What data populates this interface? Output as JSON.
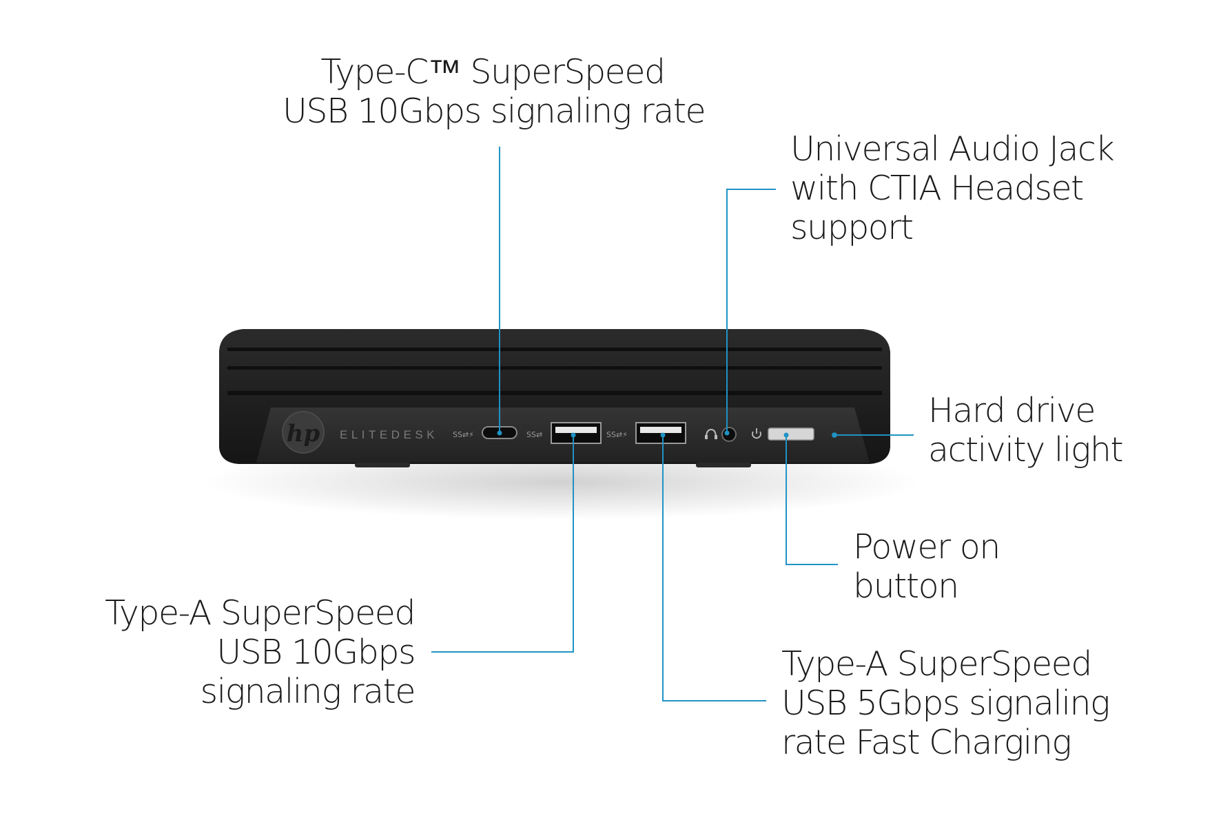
{
  "device": {
    "brand_logo": "hp",
    "model_text": "ELITEDESK",
    "port_marks": {
      "usb_c": "SS⇄⚡",
      "usb_a_1": "SS⇄",
      "usb_a_2": "SS⇄⚡"
    }
  },
  "callouts": {
    "type_c": {
      "lines": [
        "Type-C™ SuperSpeed",
        "USB 10Gbps signaling rate"
      ]
    },
    "audio_jack": {
      "lines": [
        "Universal Audio Jack",
        "with CTIA Headset",
        "support"
      ]
    },
    "hdd_light": {
      "lines": [
        "Hard drive",
        "activity light"
      ]
    },
    "power_button": {
      "lines": [
        "Power on",
        "button"
      ]
    },
    "type_a_10": {
      "lines": [
        "Type-A SuperSpeed",
        "USB 10Gbps",
        "signaling rate"
      ]
    },
    "type_a_5": {
      "lines": [
        "Type-A SuperSpeed",
        "USB 5Gbps signaling",
        "rate Fast Charging"
      ]
    }
  },
  "colors": {
    "leader_line": "#1f93c4",
    "chassis": "#1b1b1b",
    "panel": "#2a2a2a",
    "text": "#1c1c1c"
  }
}
